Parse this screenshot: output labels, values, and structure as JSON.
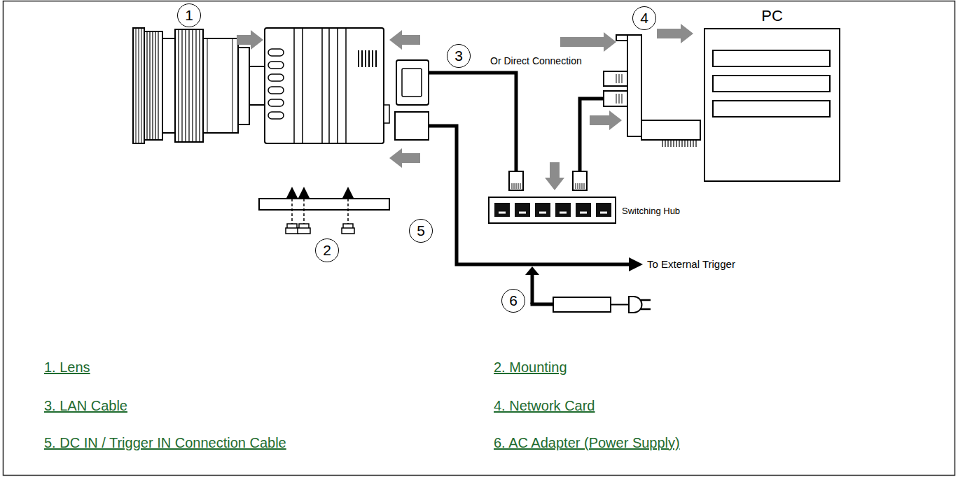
{
  "diagram": {
    "nodes": [
      {
        "text": [
          "PC"
        ]
      },
      {
        "text": [
          "Switching Hub"
        ]
      }
    ],
    "labels": [
      "1",
      "3",
      "Or Direct Connection",
      "4",
      "2",
      "5",
      "To External Trigger",
      "6",
      "1. Lens",
      "2. Mounting",
      "3. LAN Cable",
      "4. Network Card",
      "5. DC IN / Trigger IN Connection Cable",
      "6. AC Adapter (Power Supply)"
    ]
  }
}
